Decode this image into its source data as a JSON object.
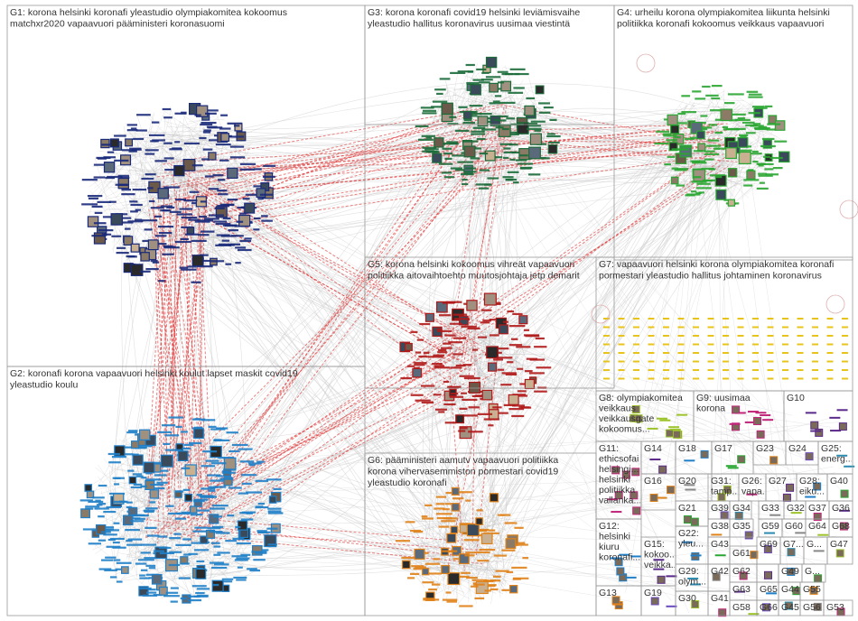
{
  "groups": [
    {
      "id": "G1",
      "lines": [
        "G1: korona helsinki koronafi yleastudio olympiakomitea kokoomus",
        "matchxr2020 vapaavuori pääministeri koronasuomi"
      ],
      "color": "#1a2a7a"
    },
    {
      "id": "G2",
      "lines": [
        "G2: koronafi korona vapaavuori helsinki koulut lapset maskit covid19",
        "yleastudio koulu"
      ],
      "color": "#1f7fc8"
    },
    {
      "id": "G3",
      "lines": [
        "G3: korona koronafi covid19 helsinki leviämisvaihe",
        "yleastudio hallitus koronavirus uusimaa viestintä"
      ],
      "color": "#1b6b3a"
    },
    {
      "id": "G4",
      "lines": [
        "G4: urheilu korona olympiakomitea liikunta helsinki",
        "politiikka koronafi kokoomus veikkaus vapaavuori"
      ],
      "color": "#2aa632"
    },
    {
      "id": "G5",
      "lines": [
        "G5: korona helsinki kokoomus vihreät vapaavuori",
        "politiikka aitovaihtoehto muutosjohtaja jetp demarit"
      ],
      "color": "#b01919"
    },
    {
      "id": "G6",
      "lines": [
        "G6: pääministeri aamutv vapaavuori politiikka",
        "korona vihervasemmiston pormestari covid19",
        "yleastudio koronafi"
      ],
      "color": "#e0821a"
    },
    {
      "id": "G7",
      "lines": [
        "G7: vapaavuori helsinki korona olympiakomitea koronafi",
        "pormestari yleastudio hallitus johtaminen koronavirus"
      ],
      "color": "#e8c41a"
    },
    {
      "id": "G8",
      "lines": [
        "G8: olympiakomitea",
        "veikkaus",
        "veikkausgate",
        "kokoomus..."
      ],
      "color": "#9cc42a"
    },
    {
      "id": "G9",
      "lines": [
        "G9: uusimaa",
        "korona"
      ],
      "color": "#c0267a"
    },
    {
      "id": "G10",
      "lines": [
        "G10"
      ],
      "color": "#5a2a8a"
    },
    {
      "id": "G11",
      "lines": [
        "G11:",
        "ethicsofai",
        "helsingi...",
        "helsinki",
        "politiikka",
        "vallanka..."
      ],
      "color": "#333"
    },
    {
      "id": "G12",
      "lines": [
        "G12:",
        "helsinki",
        "kiuru",
        "koronafi..."
      ],
      "color": "#333"
    },
    {
      "id": "G13",
      "lines": [
        "G13"
      ],
      "color": "#333"
    },
    {
      "id": "G14",
      "lines": [
        "G14"
      ],
      "color": "#333"
    },
    {
      "id": "G15",
      "lines": [
        "G15:",
        "kokoo...",
        "veikka..."
      ],
      "color": "#333"
    },
    {
      "id": "G16",
      "lines": [
        "G16"
      ],
      "color": "#333"
    },
    {
      "id": "G17",
      "lines": [
        "G17"
      ],
      "color": "#333"
    },
    {
      "id": "G18",
      "lines": [
        "G18"
      ],
      "color": "#333"
    },
    {
      "id": "G19",
      "lines": [
        "G19"
      ],
      "color": "#333"
    },
    {
      "id": "G20",
      "lines": [
        "G20"
      ],
      "color": "#333"
    },
    {
      "id": "G21",
      "lines": [
        "G21"
      ],
      "color": "#333"
    },
    {
      "id": "G22",
      "lines": [
        "G22:",
        "yleu..."
      ],
      "color": "#333"
    },
    {
      "id": "G23",
      "lines": [
        "G23"
      ],
      "color": "#333"
    },
    {
      "id": "G24",
      "lines": [
        "G24"
      ],
      "color": "#333"
    },
    {
      "id": "G25",
      "lines": [
        "G25:",
        "energ..."
      ],
      "color": "#333"
    },
    {
      "id": "G26",
      "lines": [
        "G26:",
        "vapa..."
      ],
      "color": "#333"
    },
    {
      "id": "G27",
      "lines": [
        "G27"
      ],
      "color": "#333"
    },
    {
      "id": "G28",
      "lines": [
        "G28:",
        "eiku..."
      ],
      "color": "#333"
    },
    {
      "id": "G29",
      "lines": [
        "G29:",
        "olym..."
      ],
      "color": "#333"
    },
    {
      "id": "G30",
      "lines": [
        "G30"
      ],
      "color": "#333"
    },
    {
      "id": "G31",
      "lines": [
        "G31:",
        "tamp..."
      ],
      "color": "#333"
    },
    {
      "id": "G32",
      "lines": [
        "G32"
      ],
      "color": "#333"
    },
    {
      "id": "G33",
      "lines": [
        "G33"
      ],
      "color": "#333"
    },
    {
      "id": "G34",
      "lines": [
        "G34"
      ],
      "color": "#333"
    },
    {
      "id": "G35",
      "lines": [
        "G35"
      ],
      "color": "#333"
    },
    {
      "id": "G36",
      "lines": [
        "G36"
      ],
      "color": "#333"
    },
    {
      "id": "G37",
      "lines": [
        "G37"
      ],
      "color": "#333"
    },
    {
      "id": "G38",
      "lines": [
        "G38"
      ],
      "color": "#333"
    },
    {
      "id": "G39",
      "lines": [
        "G39"
      ],
      "color": "#333"
    },
    {
      "id": "G40",
      "lines": [
        "G40"
      ],
      "color": "#333"
    },
    {
      "id": "G41",
      "lines": [
        "G41"
      ],
      "color": "#333"
    },
    {
      "id": "G42",
      "lines": [
        "G42"
      ],
      "color": "#333"
    },
    {
      "id": "G43",
      "lines": [
        "G43"
      ],
      "color": "#333"
    },
    {
      "id": "G44",
      "lines": [
        "G44"
      ],
      "color": "#333"
    },
    {
      "id": "G45",
      "lines": [
        "G45"
      ],
      "color": "#333"
    },
    {
      "id": "G47",
      "lines": [
        "G47"
      ],
      "color": "#333"
    },
    {
      "id": "G49",
      "lines": [
        "G49"
      ],
      "color": "#333"
    },
    {
      "id": "G53",
      "lines": [
        "G53"
      ],
      "color": "#333"
    },
    {
      "id": "G55",
      "lines": [
        "G55"
      ],
      "color": "#333"
    },
    {
      "id": "G56",
      "lines": [
        "G56"
      ],
      "color": "#333"
    },
    {
      "id": "G58",
      "lines": [
        "G58"
      ],
      "color": "#333"
    },
    {
      "id": "G59",
      "lines": [
        "G59"
      ],
      "color": "#333"
    },
    {
      "id": "G60",
      "lines": [
        "G60"
      ],
      "color": "#333"
    },
    {
      "id": "G61",
      "lines": [
        "G61"
      ],
      "color": "#333"
    },
    {
      "id": "G62",
      "lines": [
        "G62"
      ],
      "color": "#333"
    },
    {
      "id": "G63",
      "lines": [
        "G63"
      ],
      "color": "#333"
    },
    {
      "id": "G64",
      "lines": [
        "G64"
      ],
      "color": "#333"
    },
    {
      "id": "G65",
      "lines": [
        "G65"
      ],
      "color": "#333"
    },
    {
      "id": "G66",
      "lines": [
        "G66"
      ],
      "color": "#333"
    },
    {
      "id": "G68",
      "lines": [
        "G68"
      ],
      "color": "#333"
    },
    {
      "id": "G69",
      "lines": [
        "G69"
      ],
      "color": "#333"
    },
    {
      "id": "G7x",
      "lines": [
        "G7..."
      ],
      "color": "#333"
    },
    {
      "id": "Gx1",
      "lines": [
        "G..."
      ],
      "color": "#333"
    },
    {
      "id": "Gx2",
      "lines": [
        "G..."
      ],
      "color": "#333"
    }
  ],
  "colors": {
    "edge_light": "#c8c8c8",
    "edge_red": "#e03030",
    "box_border": "#9a9a9a"
  }
}
